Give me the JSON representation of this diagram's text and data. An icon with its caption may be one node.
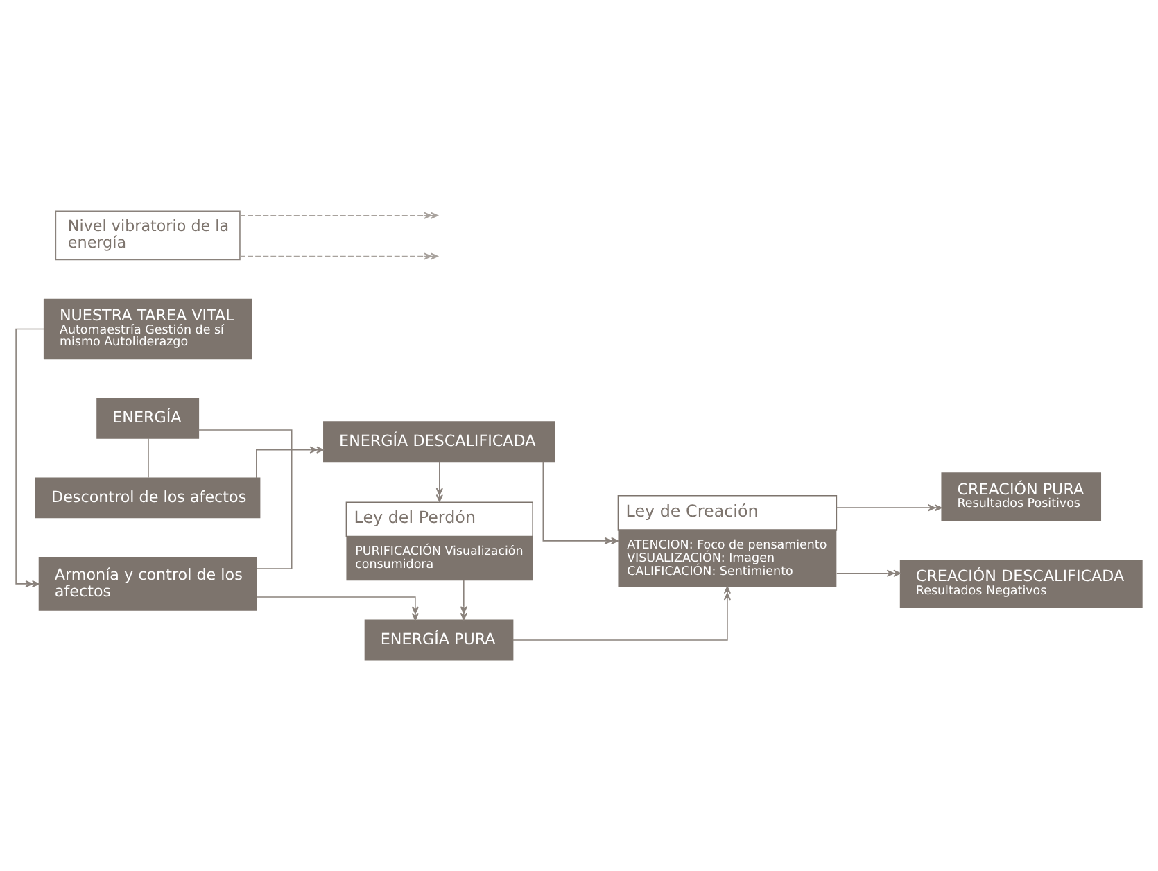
{
  "diagram": {
    "nodes": [
      {
        "text": [
          "NUESTRA TAREA VITAL",
          "Automaestría Gestión de sí mismo Autoliderazgo"
        ]
      },
      {
        "text": [
          "Armonía y control de los afectos"
        ]
      },
      {
        "text": [
          "ENERGÍA"
        ]
      },
      {
        "text": [
          "Descontrol de los afectos"
        ]
      },
      {
        "text": [
          "Nivel vibratorio de la energía"
        ]
      },
      {
        "text": [
          "ENERGÍA PURA"
        ]
      },
      {
        "text": [
          "Ley del Perdón",
          "PURIFICACIÓN Visualización consumidora"
        ]
      },
      {
        "text": [
          "ENERGÍA DESCALIFICADA"
        ]
      },
      {
        "text": [
          "CREACIÓN PURA",
          "Resultados Positivos"
        ]
      },
      {
        "text": [
          "Ley de Creación",
          "ATENCION: Foco de pensamiento VISUALIZACIÓN: Imagen CALIFICACIÓN: Sentimiento"
        ]
      },
      {
        "text": [
          "CREACIÓN DESCALIFICADA",
          "Resultados Negativos"
        ]
      }
    ],
    "edges": [
      {
        "from": 0,
        "to": 1,
        "arrow": "to"
      },
      {
        "from": 2,
        "to": 1,
        "arrow": "none"
      },
      {
        "from": 1,
        "to": 5,
        "arrow": "to"
      },
      {
        "from": 2,
        "to": 3,
        "arrow": "none"
      },
      {
        "from": 3,
        "to": 7,
        "arrow": "to"
      },
      {
        "from": 4,
        "to": null,
        "arrow": "to",
        "style": "dashed",
        "color": "#a8a29d"
      },
      {
        "from": 4,
        "to": null,
        "arrow": "to",
        "style": "dashed",
        "color": "#a8a29d"
      },
      {
        "from": 7,
        "to": 6,
        "arrow": "to"
      },
      {
        "from": 6,
        "to": 5,
        "arrow": "to"
      },
      {
        "from": 5,
        "to": 9,
        "arrow": "to"
      },
      {
        "from": 7,
        "to": 9,
        "arrow": "to"
      },
      {
        "from": 9,
        "to": 8,
        "arrow": "to"
      },
      {
        "from": 9,
        "to": 10,
        "arrow": "to"
      }
    ]
  }
}
